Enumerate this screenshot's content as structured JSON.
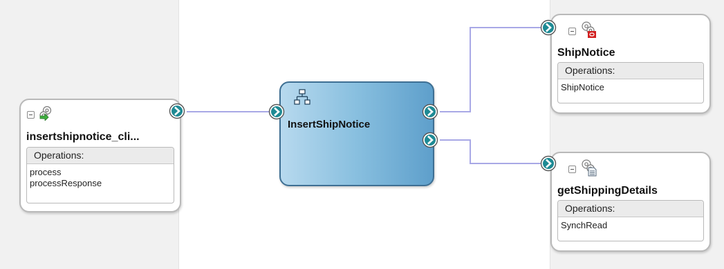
{
  "client": {
    "title": "insertshipnotice_cli...",
    "operations_label": "Operations:",
    "operations": [
      "process",
      "processResponse"
    ]
  },
  "component": {
    "title": "InsertShipNotice"
  },
  "references": [
    {
      "title": "ShipNotice",
      "operations_label": "Operations:",
      "operations": [
        "ShipNotice"
      ]
    },
    {
      "title": "getShippingDetails",
      "operations_label": "Operations:",
      "operations": [
        "SynchRead"
      ]
    }
  ],
  "icons": {
    "client": "gear-arrow-icon",
    "component": "mediator-flow-icon",
    "ship_notice": "gear-oracle-adapter-icon",
    "get_shipping_details": "gear-file-adapter-icon",
    "port": "chevron-port-icon"
  },
  "colors": {
    "wire": "#a8a8e6",
    "component_fill": "#88bfdf",
    "port": "#1e8a94",
    "oracle_badge": "#d22020"
  }
}
